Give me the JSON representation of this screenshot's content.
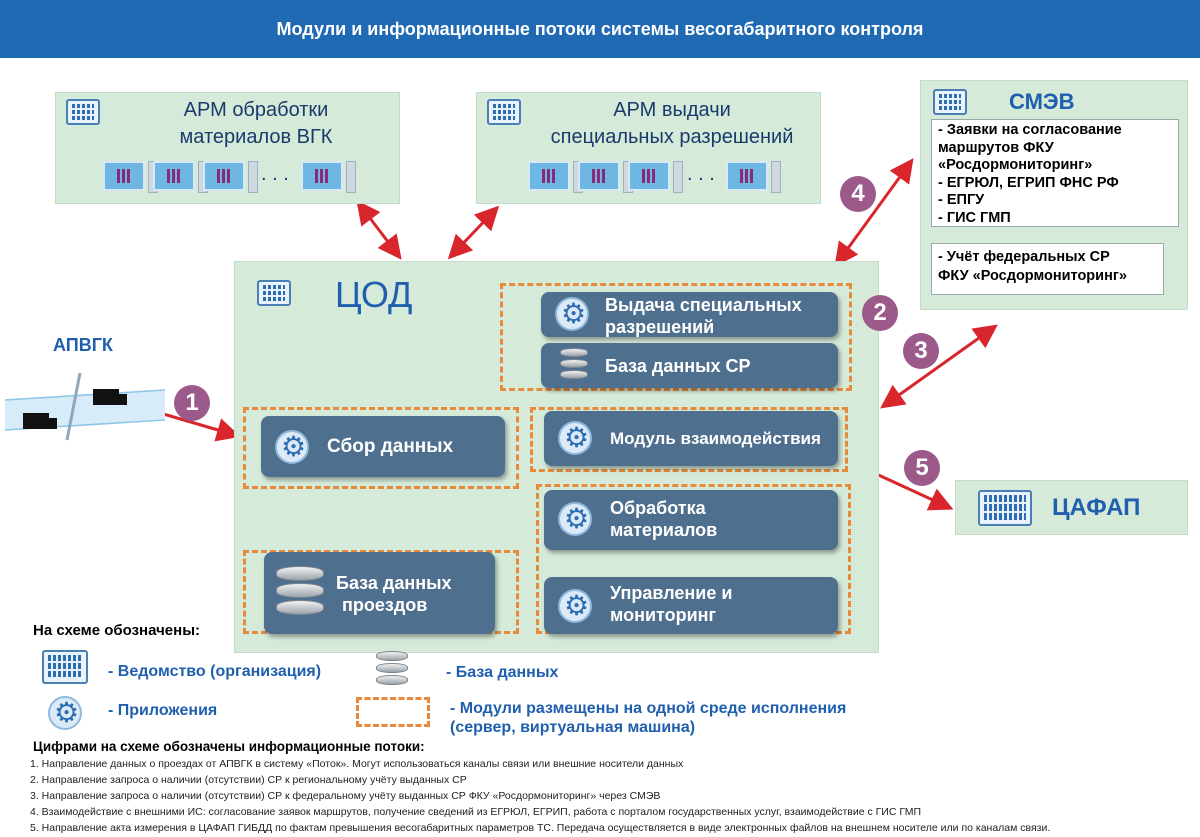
{
  "title": "Модули и информационные потоки системы весогабаритного контроля",
  "arm_vgk": {
    "line1": "АРМ обработки",
    "line2": "материалов ВГК",
    "ellipsis": ". . ."
  },
  "arm_sr": {
    "line1": "АРМ выдачи",
    "line2": "специальных разрешений",
    "ellipsis": ". . ."
  },
  "smev": {
    "title": "СМЭВ",
    "items": [
      "- Заявки на согласование",
      "маршрутов ФКУ",
      "«Росдормониторинг»",
      "- ЕГРЮЛ, ЕГРИП ФНС РФ",
      "- ЕПГУ",
      "- ГИС ГМП"
    ],
    "box2": [
      "- Учёт федеральных СР",
      "ФКУ «Росдормониторинг»"
    ]
  },
  "tsod": "ЦОД",
  "apvgk": "АПВГК",
  "cafap": "ЦАФАП",
  "modules": {
    "issue_line1": "Выдача специальных",
    "issue_line2": "разрешений",
    "db_sr": "База данных СР",
    "interaction": "Модуль взаимодействия",
    "collect": "Сбор данных",
    "processing_line1": "Обработка",
    "processing_line2": "материалов",
    "passages_line1": "База данных",
    "passages_line2": "проездов",
    "control_line1": "Управление и",
    "control_line2": "мониторинг"
  },
  "numbers": [
    "1",
    "2",
    "3",
    "4",
    "5"
  ],
  "legend": {
    "heading": "На схеме обозначены:",
    "org": "- Ведомство (организация)",
    "db": "- База данных",
    "apps": "- Приложения",
    "env_line1": "- Модули размещены на одной среде исполнения",
    "env_line2": "(сервер, виртуальная машина)"
  },
  "flows": {
    "heading": "Цифрами на схеме обозначены информационные потоки:",
    "items": [
      "1. Направление данных о проездах от АПВГК в систему «Поток». Могут использоваться каналы связи или внешние носители данных",
      "2. Направление запроса о наличии (отсутствии) СР к региональному учёту выданных СР",
      "3. Направление запроса о наличии (отсутствии) СР к федеральному учёту выданных СР ФКУ «Росдормониторинг» через СМЭВ",
      "4. Взаимодействие с внешними ИС: согласование заявок маршрутов, получение сведений из ЕГРЮЛ, ЕГРИП, работа с порталом государственных услуг, взаимодействие с ГИС ГМП",
      "5. Направление акта измерения в ЦАФАП ГИБДД по фактам превышения весогабаритных параметров ТС. Передача осуществляется в виде электронных файлов на внешнем носителе или по каналам связи."
    ]
  },
  "colors": {
    "title_bg": "#1f6ab3",
    "panel": "#d5ead9",
    "module": "#4f6f8f",
    "arrow_red": "#d9262c",
    "arrow_green": "#33cc33",
    "number": "#9c5a8a",
    "dash": "#e88a3a"
  }
}
